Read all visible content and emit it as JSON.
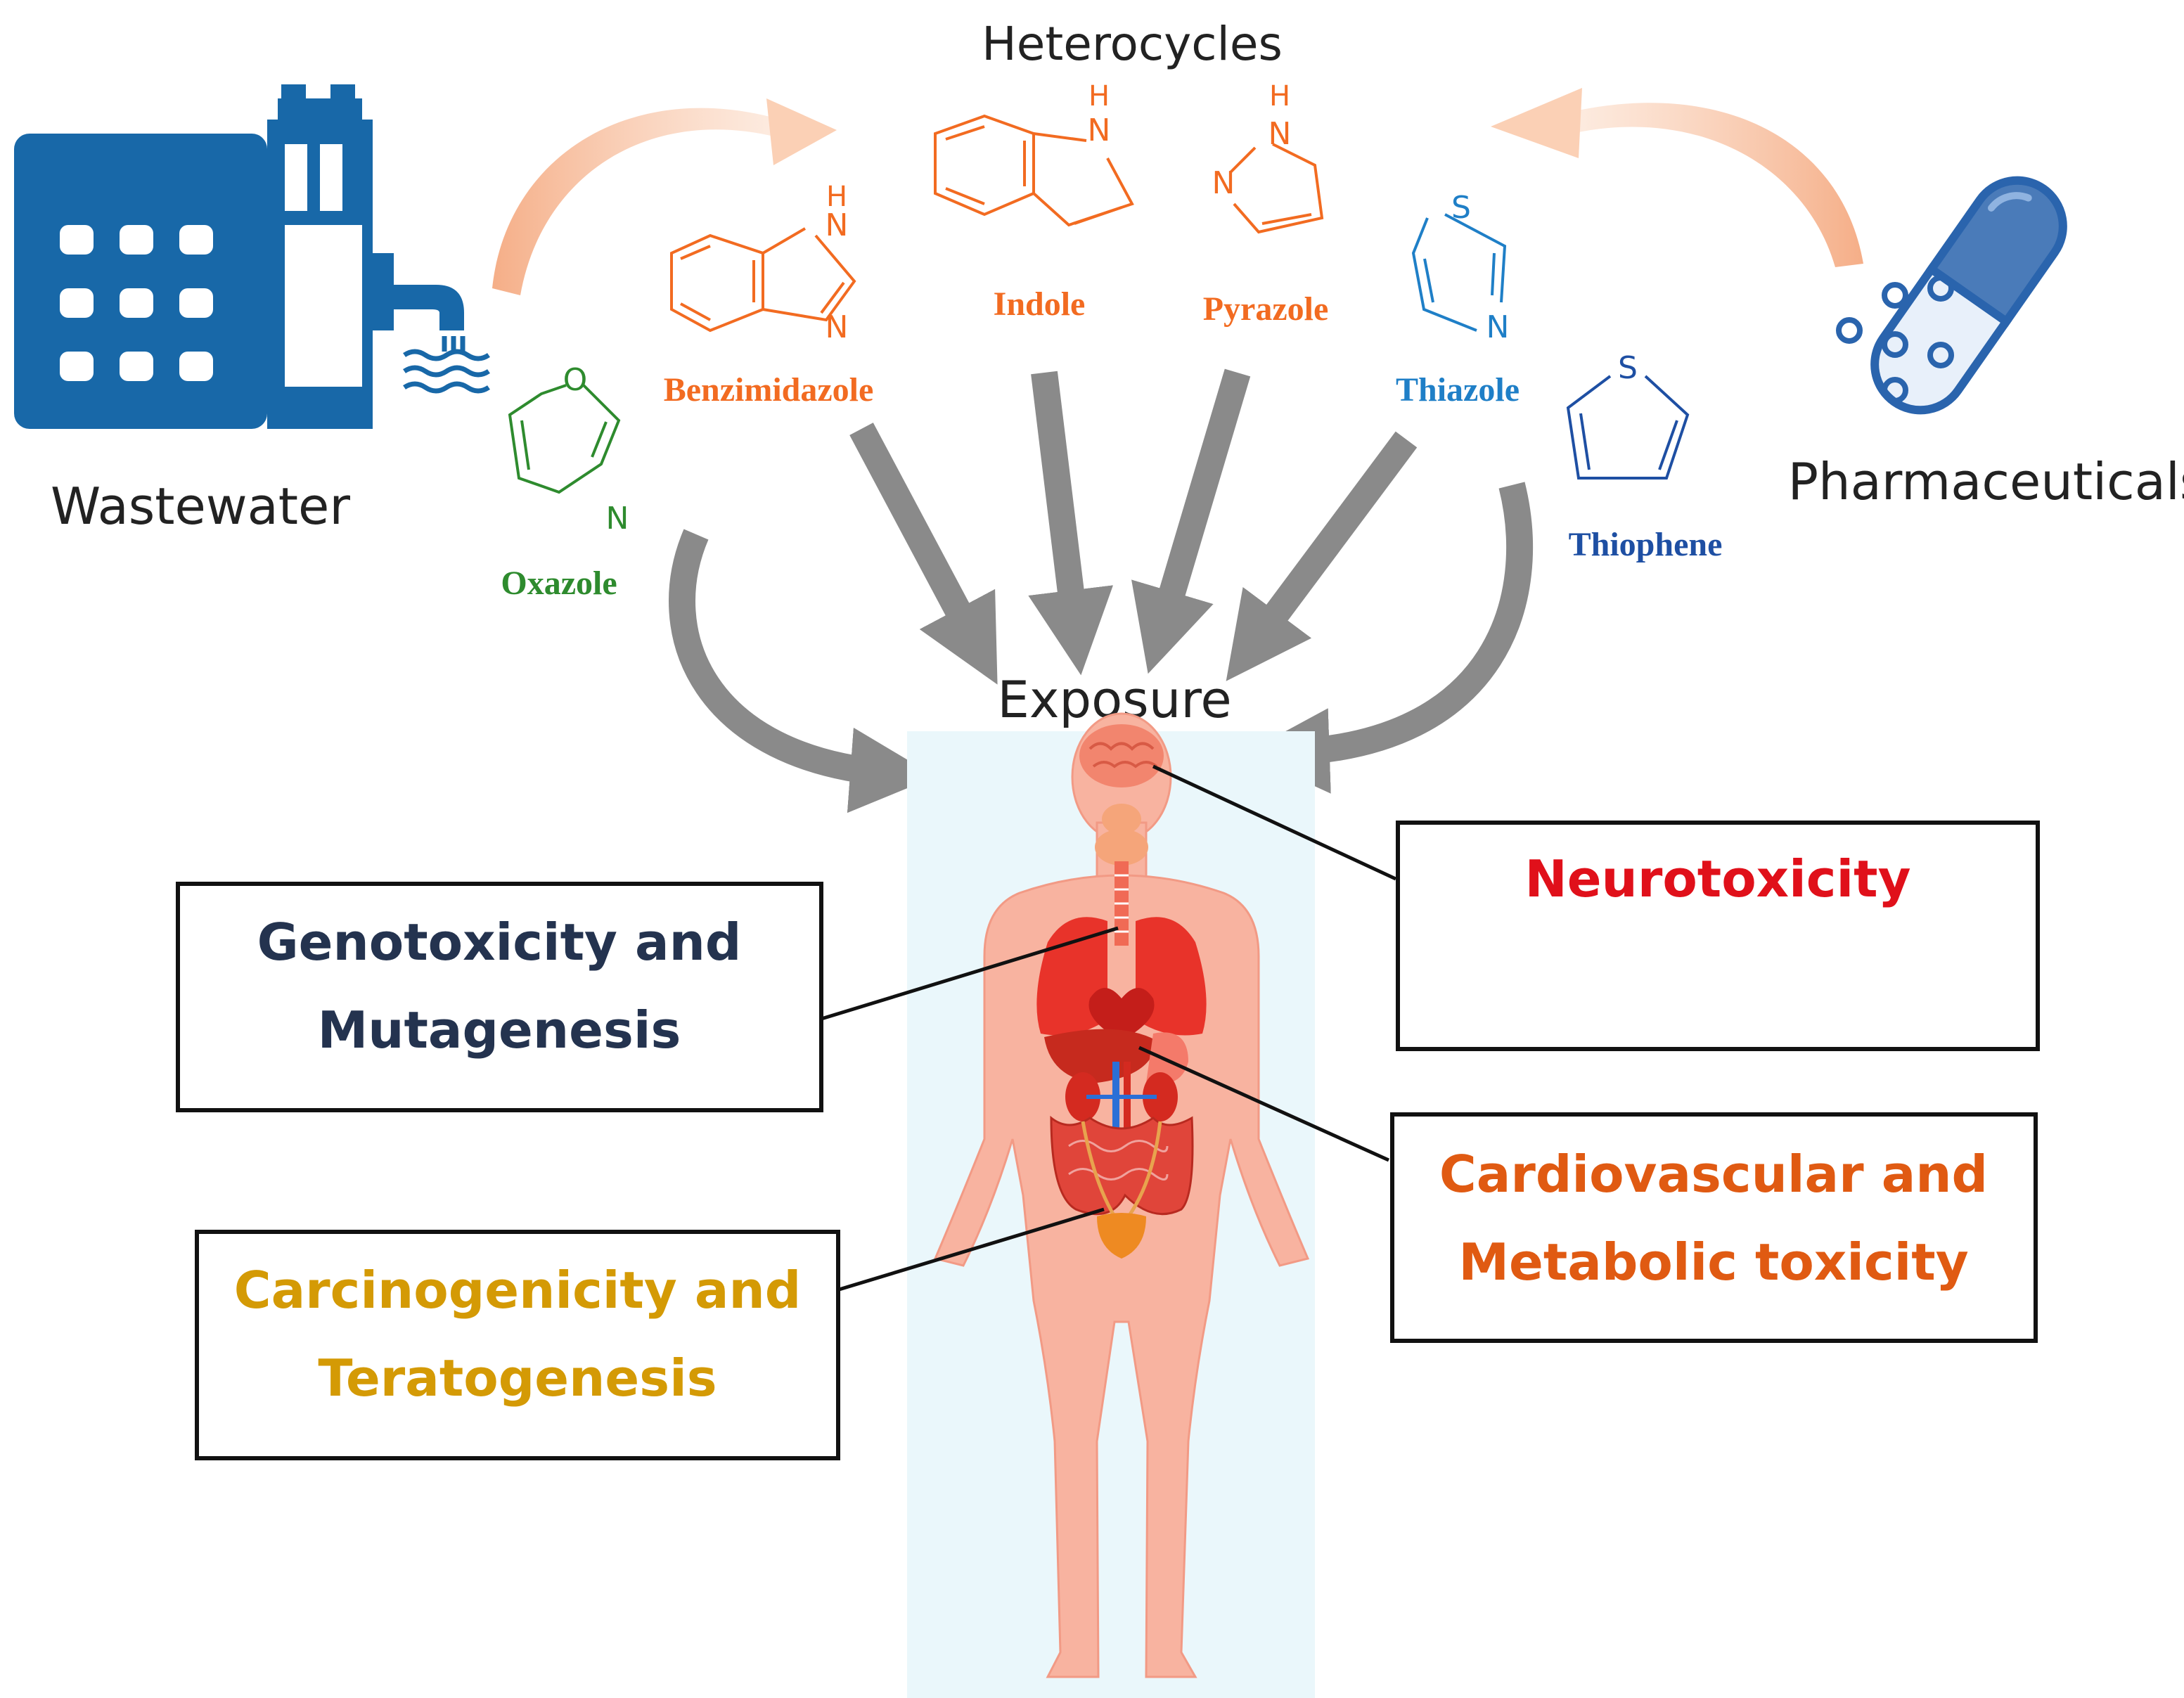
{
  "sources": {
    "wastewater": {
      "label": "Wastewater",
      "icon": "factory-icon"
    },
    "pharmaceuticals": {
      "label": "Pharmaceuticals",
      "icon": "pills-icon"
    }
  },
  "heterocycles": {
    "title": "Heterocycles",
    "compounds": [
      {
        "name": "Oxazole",
        "color": "#2e8b2e",
        "heteroatoms": [
          "O",
          "N"
        ]
      },
      {
        "name": "Benzimidazole",
        "color": "#f26b21",
        "heteroatoms": [
          "H",
          "N",
          "N"
        ]
      },
      {
        "name": "Indole",
        "color": "#f26b21",
        "heteroatoms": [
          "H",
          "N"
        ]
      },
      {
        "name": "Pyrazole",
        "color": "#f26b21",
        "heteroatoms": [
          "H",
          "N",
          "N"
        ]
      },
      {
        "name": "Thiazole",
        "color": "#1f7fc7",
        "heteroatoms": [
          "S",
          "N"
        ]
      },
      {
        "name": "Thiophene",
        "color": "#1e4fa3",
        "heteroatoms": [
          "S"
        ]
      }
    ]
  },
  "exposure": {
    "label": "Exposure"
  },
  "effects": {
    "neurotoxicity": {
      "label": "Neurotoxicity",
      "color": "#e0101a"
    },
    "genotoxicity": {
      "line1": "Genotoxicity and",
      "line2": "Mutagenesis",
      "color": "#24334f"
    },
    "cardiovascular": {
      "line1": "Cardiovascular and",
      "line2": "Metabolic toxicity",
      "color": "#e05a12"
    },
    "carcinogenicity": {
      "line1": "Carcinogenicity and",
      "line2": "Teratogenesis",
      "color": "#d49a05"
    }
  },
  "colors": {
    "factory": "#1868a8",
    "pill": "#2a64ad",
    "flow_arrow": "#f6c09a",
    "exposure_arrow": "#8a8a8a",
    "body_skin": "#f8b3a0",
    "body_panel": "#eaf7fb"
  }
}
